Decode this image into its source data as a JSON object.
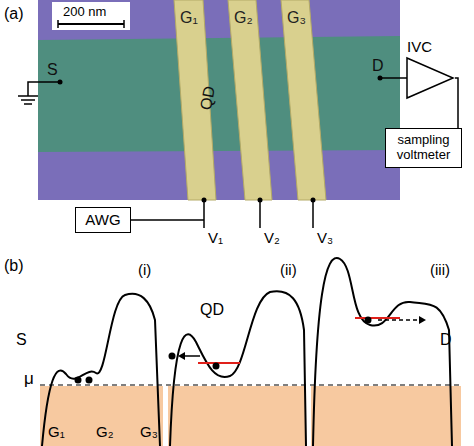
{
  "diagram": {
    "nodes": [
      {
        "text": [
          "IVC"
        ]
      },
      {
        "text": [
          "sampling voltmeter"
        ]
      },
      {
        "text": [
          "AWG"
        ]
      }
    ],
    "edges": [
      {
        "from": 0,
        "to": 1,
        "arrow": "none"
      }
    ],
    "labels": [
      "(a)",
      "200 nm",
      "G₁",
      "G₂",
      "G₃",
      "QD",
      "S",
      "D",
      "V₁",
      "V₂",
      "V₃",
      "(b)",
      "(i)",
      "(ii)",
      "(iii)",
      "S",
      "QD",
      "D",
      "μ",
      "G₁",
      "G₂",
      "G₃"
    ]
  }
}
